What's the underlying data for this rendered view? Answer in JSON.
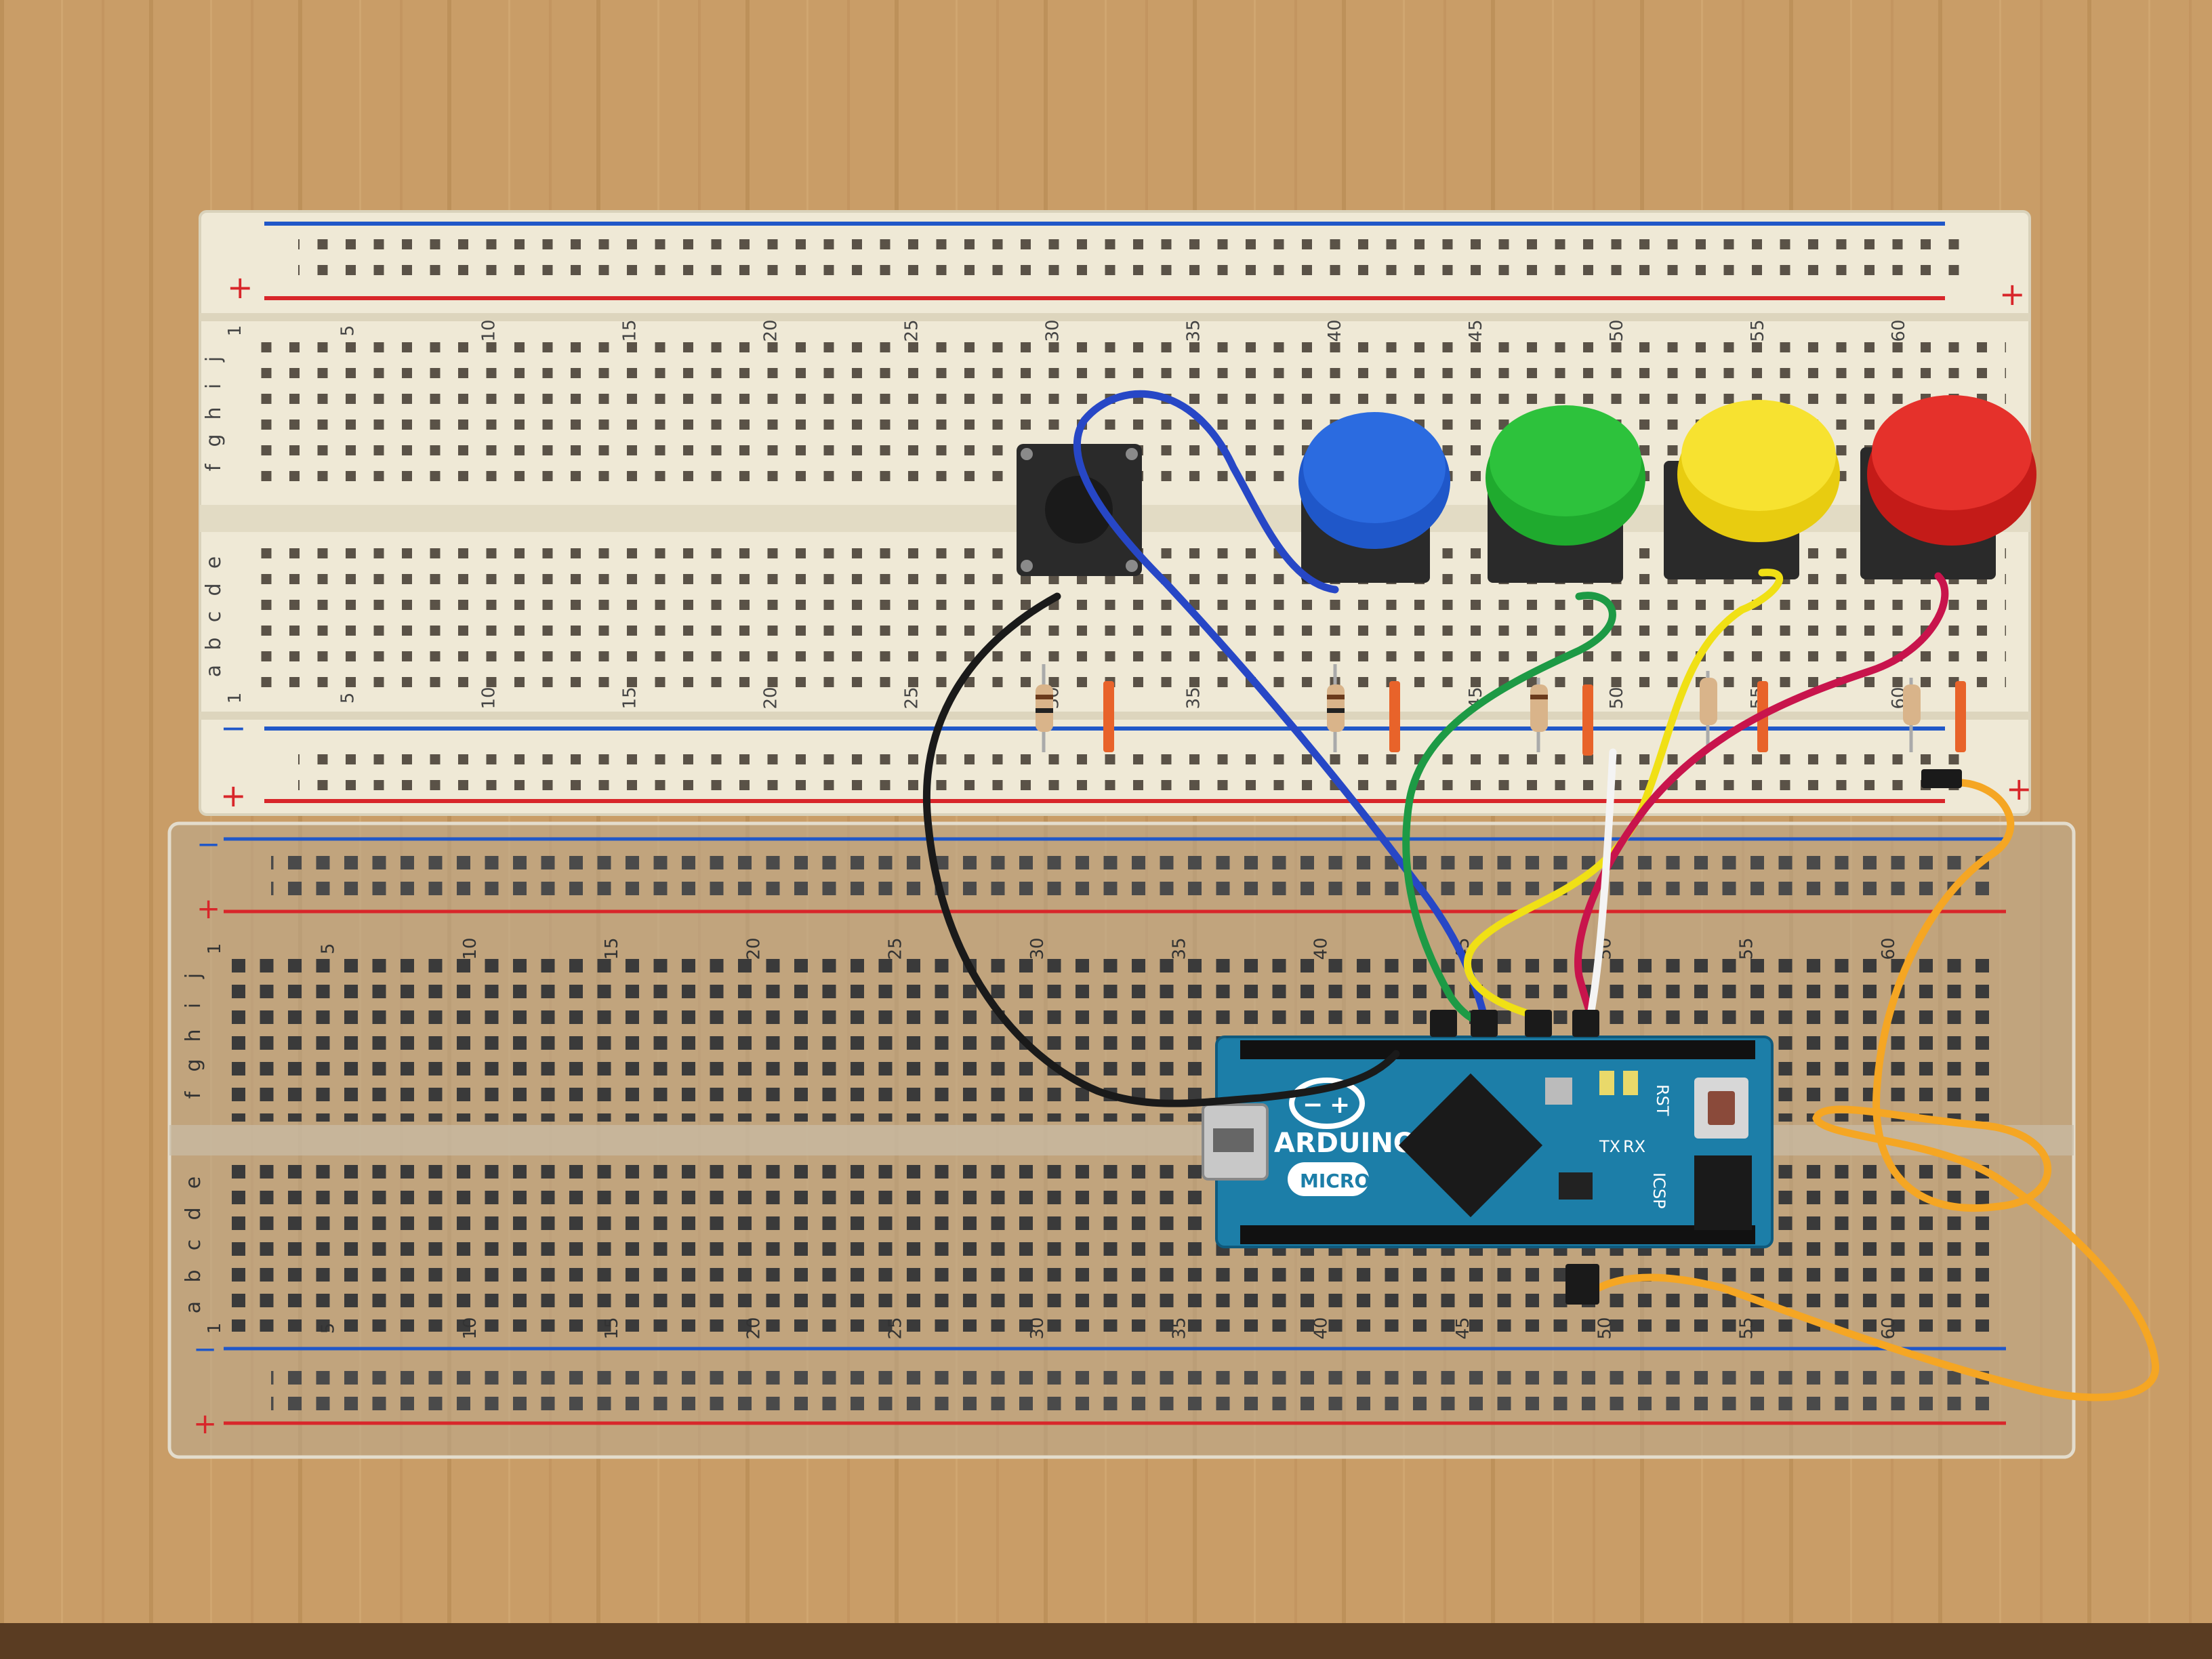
{
  "top_board": {
    "column_numbers": [
      "1",
      "5",
      "10",
      "15",
      "20",
      "25",
      "30",
      "35",
      "40",
      "45",
      "50",
      "55",
      "60"
    ],
    "row_letters_upper": [
      "j",
      "i",
      "h",
      "g",
      "f"
    ],
    "row_letters_lower": [
      "e",
      "d",
      "c",
      "b",
      "a"
    ],
    "rail_plus": "+",
    "rail_minus": "−"
  },
  "bottom_board": {
    "column_numbers": [
      "1",
      "5",
      "10",
      "15",
      "20",
      "25",
      "30",
      "35",
      "40",
      "45",
      "50",
      "55",
      "60"
    ],
    "row_letters_upper": [
      "j",
      "i",
      "h",
      "g",
      "f"
    ],
    "row_letters_lower": [
      "e",
      "d",
      "c",
      "b",
      "a"
    ],
    "rail_plus": "+",
    "rail_minus": "−"
  },
  "arduino": {
    "brand": "ARDUINO",
    "model": "MICRO",
    "labels": {
      "rst": "RST",
      "tx": "TX",
      "rx": "RX",
      "icsp": "ICSP"
    }
  },
  "buttons": [
    {
      "name": "black",
      "color": "#1a1a1a"
    },
    {
      "name": "blue",
      "color": "#1f57c9"
    },
    {
      "name": "green",
      "color": "#1faa2e"
    },
    {
      "name": "yellow",
      "color": "#f2da12"
    },
    {
      "name": "red",
      "color": "#e0201c"
    }
  ],
  "wire_colors": {
    "black": "#1a1a1a",
    "blue": "#2747c6",
    "green": "#1d9a45",
    "yellow": "#f0e015",
    "magenta": "#c8144c",
    "white": "#f4f4f4",
    "orange": "#f5a623"
  }
}
